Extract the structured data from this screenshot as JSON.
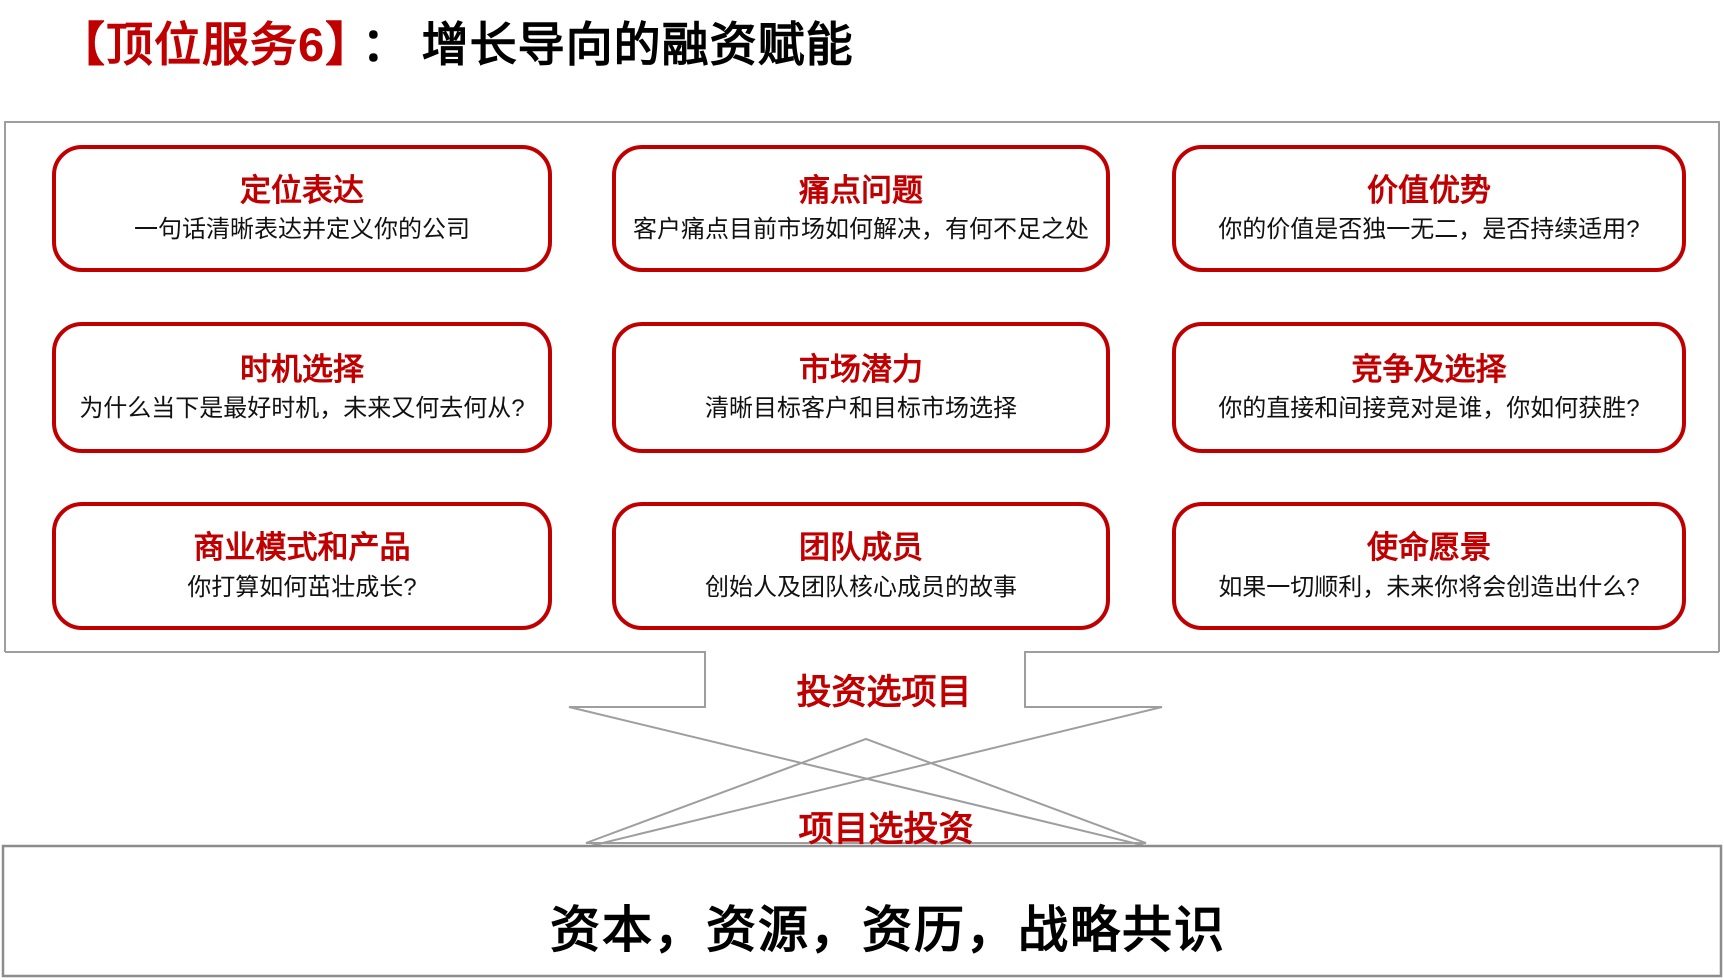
{
  "title": {
    "highlight": "【顶位服务6】",
    "separator": "：",
    "rest": "增长导向的融资赋能"
  },
  "cards": [
    {
      "title": "定位表达",
      "subtitle": "一句话清晰表达并定义你的公司"
    },
    {
      "title": "痛点问题",
      "subtitle": "客户痛点目前市场如何解决，有何不足之处"
    },
    {
      "title": "价值优势",
      "subtitle": "你的价值是否独一无二，是否持续适用?"
    },
    {
      "title": "时机选择",
      "subtitle": "为什么当下是最好时机，未来又何去何从?"
    },
    {
      "title": "市场潜力",
      "subtitle": "清晰目标客户和目标市场选择"
    },
    {
      "title": "竞争及选择",
      "subtitle": "你的直接和间接竞对是谁，你如何获胜?"
    },
    {
      "title": "商业模式和产品",
      "subtitle": "你打算如何茁壮成长?"
    },
    {
      "title": "团队成员",
      "subtitle": "创始人及团队核心成员的故事"
    },
    {
      "title": "使命愿景",
      "subtitle": "如果一切顺利，未来你将会创造出什么?"
    }
  ],
  "flow": {
    "top_label": "投资选项目",
    "bottom_label": "项目选投资"
  },
  "footer": {
    "text": "资本，资源，资历，战略共识"
  },
  "colors": {
    "accent_red": "#c00000",
    "line_gray": "#9e9e9e",
    "text_black": "#000000"
  }
}
